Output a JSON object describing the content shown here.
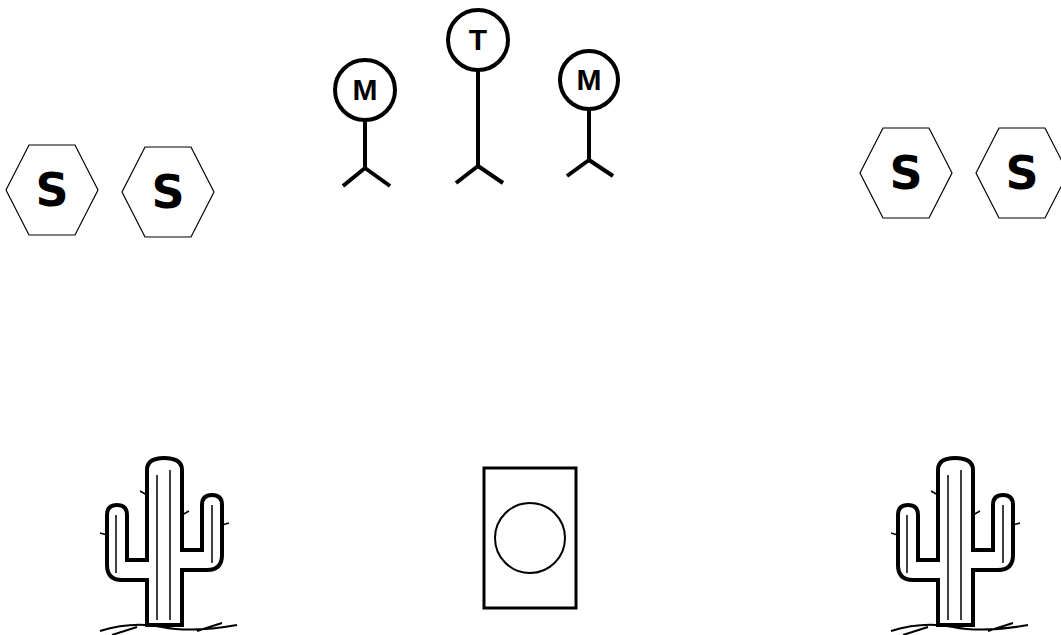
{
  "diagram": {
    "nodes": [
      {
        "text": [
          "S"
        ]
      },
      {
        "text": [
          "S"
        ]
      },
      {
        "text": [
          "M"
        ]
      },
      {
        "text": [
          "T"
        ]
      },
      {
        "text": [
          "M"
        ]
      },
      {
        "text": [
          "S"
        ]
      },
      {
        "text": [
          "S"
        ]
      }
    ]
  }
}
